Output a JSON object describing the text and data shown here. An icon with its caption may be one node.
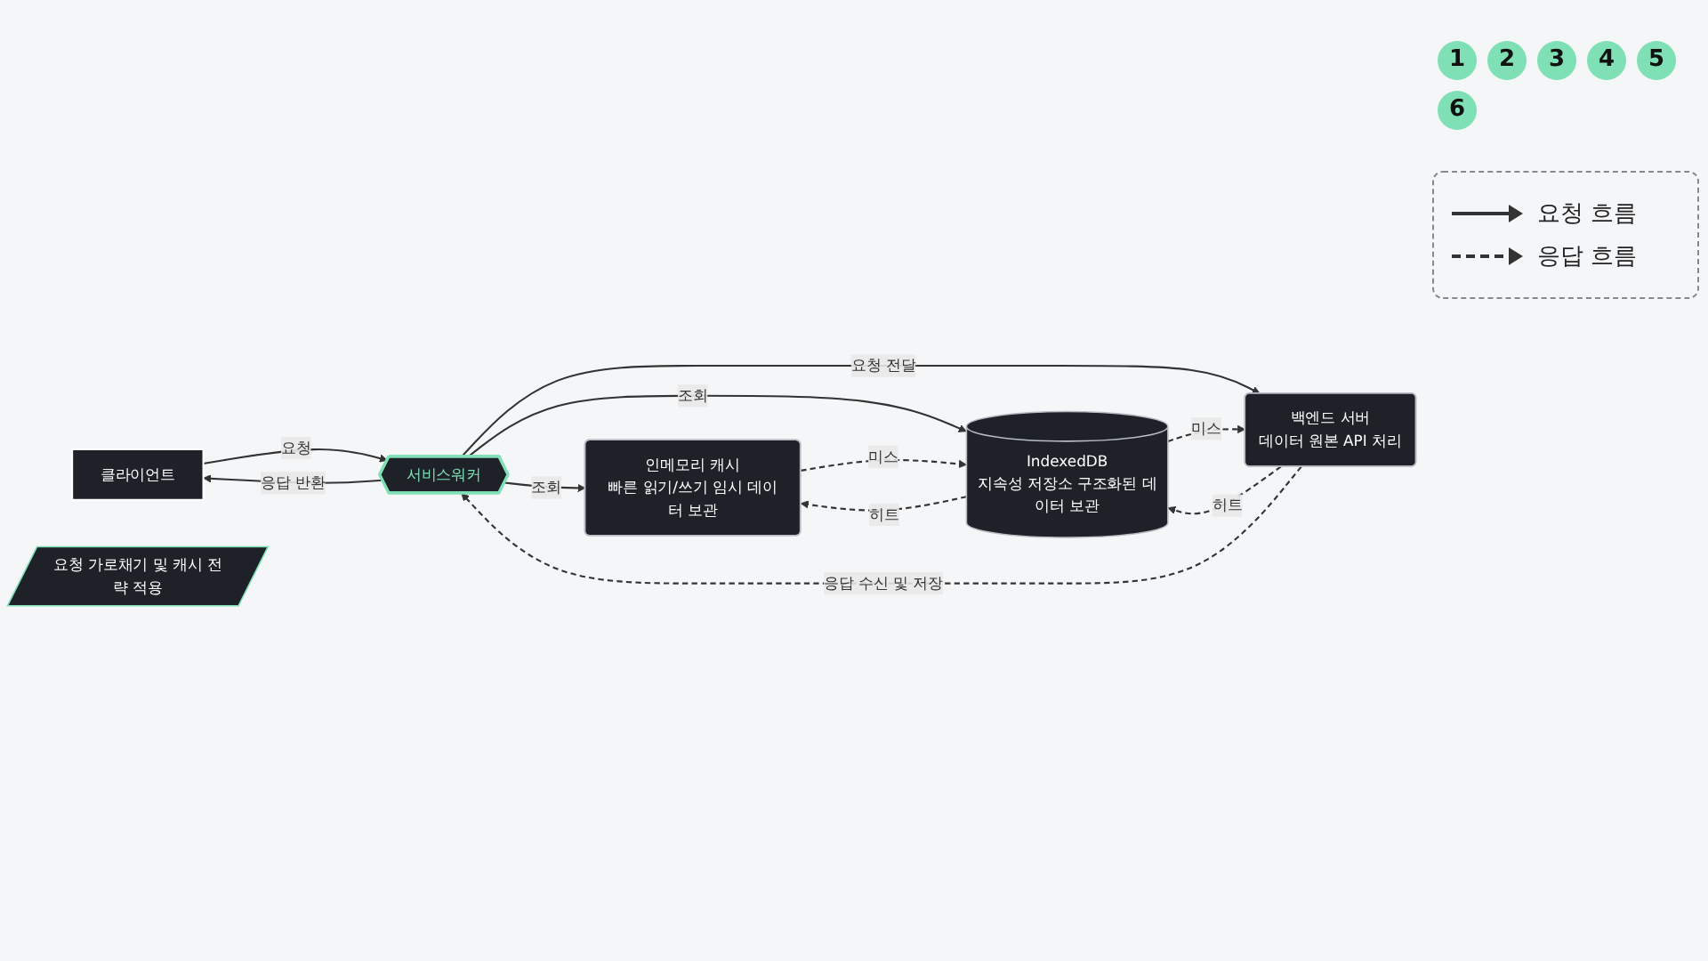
{
  "diagram": {
    "nodes": [
      {
        "text": [
          "클라이언트"
        ]
      },
      {
        "text": [
          "요청 가로채기 및 캐시 전략 적용"
        ]
      },
      {
        "text": [
          "서비스워커"
        ]
      },
      {
        "text": [
          "인메모리 캐시",
          "빠른 읽기/쓰기 임시 데이터 보관"
        ]
      },
      {
        "text": [
          "IndexedDB",
          "지속성 저장소 구조화된 데이터 보관"
        ]
      },
      {
        "text": [
          "백엔드 서버",
          "데이터 원본 API 처리"
        ]
      }
    ],
    "edges": [
      {
        "from": 0,
        "to": 2,
        "arrow": "to",
        "label": "요청"
      },
      {
        "from": 2,
        "to": 3,
        "arrow": "to",
        "label": "조회"
      },
      {
        "from": 2,
        "to": 4,
        "arrow": "to",
        "label": "조회"
      },
      {
        "from": 2,
        "to": 5,
        "arrow": "to",
        "label": "요청 전달"
      },
      {
        "from": 3,
        "to": 4,
        "arrow": "to",
        "label": "미스",
        "style": "dashed"
      },
      {
        "from": 4,
        "to": 3,
        "arrow": "to",
        "label": "히트",
        "style": "dashed"
      },
      {
        "from": 4,
        "to": 5,
        "arrow": "to",
        "label": "미스",
        "style": "dashed"
      },
      {
        "from": 5,
        "to": 4,
        "arrow": "to",
        "label": "히트",
        "style": "dashed"
      },
      {
        "from": 5,
        "to": 2,
        "arrow": "to",
        "label": "응답 수신 및 저장",
        "style": "dashed"
      },
      {
        "from": 2,
        "to": 0,
        "arrow": "to",
        "label": "응답 반환"
      }
    ],
    "labels": [
      "1",
      "2",
      "3",
      "4",
      "5",
      "6"
    ],
    "legend": [
      {
        "text": "요청 흐름"
      },
      {
        "text": "응답 흐름"
      }
    ]
  }
}
